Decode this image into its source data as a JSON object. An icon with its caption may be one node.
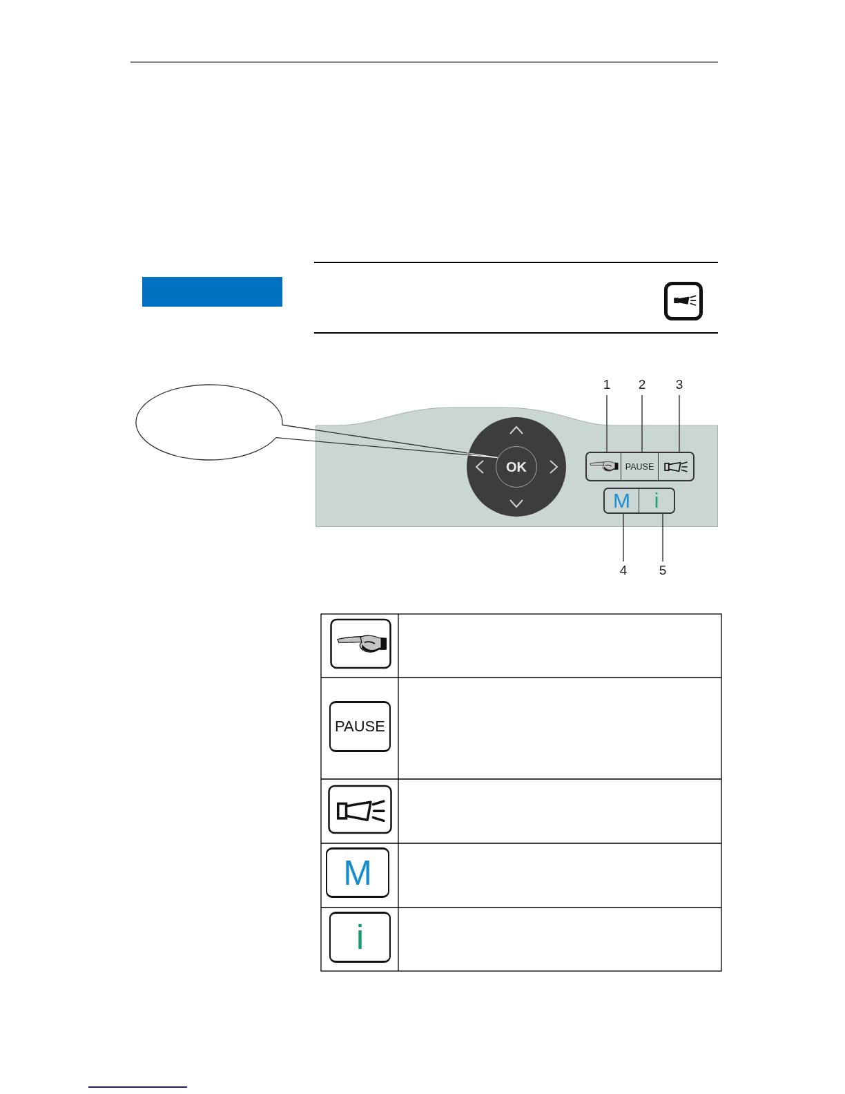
{
  "diagram": {
    "nodes": [
      {
        "text": [],
        "shape": "bar"
      },
      {
        "text": [],
        "shape": "ellipse"
      },
      {
        "text": [
          "1"
        ]
      },
      {
        "text": [
          "2"
        ]
      },
      {
        "text": [
          "3"
        ]
      },
      {
        "text": [],
        "shape": "box"
      },
      {
        "text": [],
        "shape": "circle",
        "in": 5
      },
      {
        "text": [
          "OK"
        ],
        "in": 6
      },
      {
        "text": [],
        "shape": "box",
        "in": 5
      },
      {
        "text": [
          "PAUSE"
        ],
        "in": 5
      },
      {
        "text": [],
        "shape": "box",
        "in": 5
      },
      {
        "text": [
          "M"
        ],
        "in": 5
      },
      {
        "text": [
          "i"
        ],
        "in": 5
      },
      {
        "text": [
          "4"
        ]
      },
      {
        "text": [
          "5"
        ]
      }
    ],
    "edges": [
      {
        "from": 1,
        "to": 7,
        "arrow": "none"
      },
      {
        "from": 2,
        "to": 8,
        "arrow": "none"
      },
      {
        "from": 3,
        "to": 9,
        "arrow": "none"
      },
      {
        "from": 4,
        "to": 10,
        "arrow": "none"
      },
      {
        "from": 13,
        "to": 11,
        "arrow": "none"
      },
      {
        "from": 14,
        "to": 12,
        "arrow": "none"
      }
    ],
    "labels": [
      "PAUSE",
      "M",
      "i"
    ]
  }
}
